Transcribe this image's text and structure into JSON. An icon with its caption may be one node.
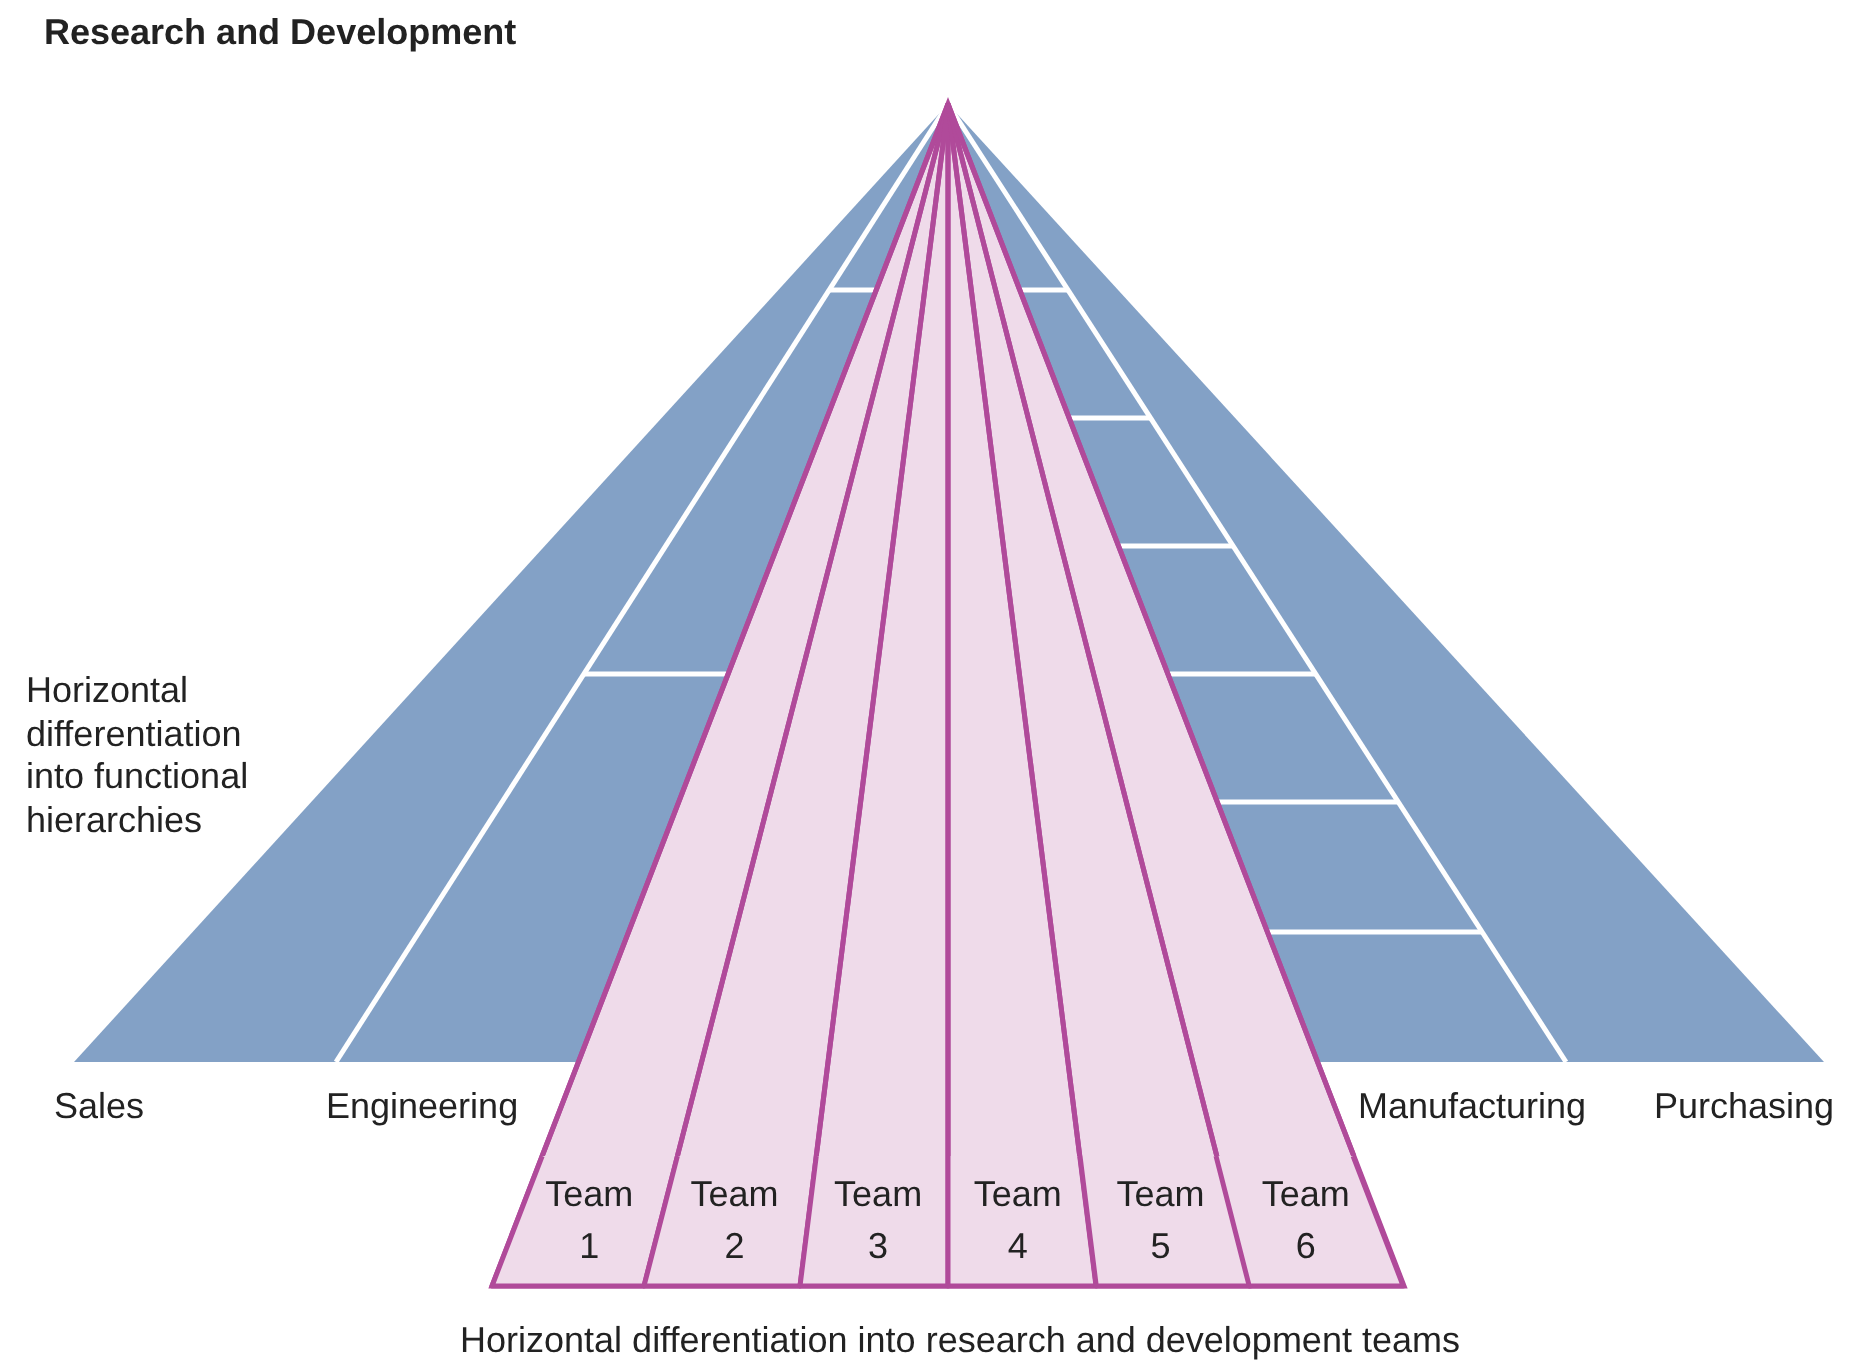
{
  "diagram": {
    "title": "Research and Development",
    "nodes": [
      {
        "text": [
          "Team 1"
        ]
      },
      {
        "text": [
          "Team 2"
        ]
      },
      {
        "text": [
          "Team 3"
        ]
      },
      {
        "text": [
          "Team 4"
        ]
      },
      {
        "text": [
          "Team 5"
        ]
      },
      {
        "text": [
          "Team 6"
        ]
      }
    ],
    "labels": [
      "Horizontal differentiation into functional hierarchies",
      "Sales",
      "Engineering",
      "Manufacturing",
      "Purchasing",
      "Horizontal differentiation into research and development teams"
    ]
  }
}
